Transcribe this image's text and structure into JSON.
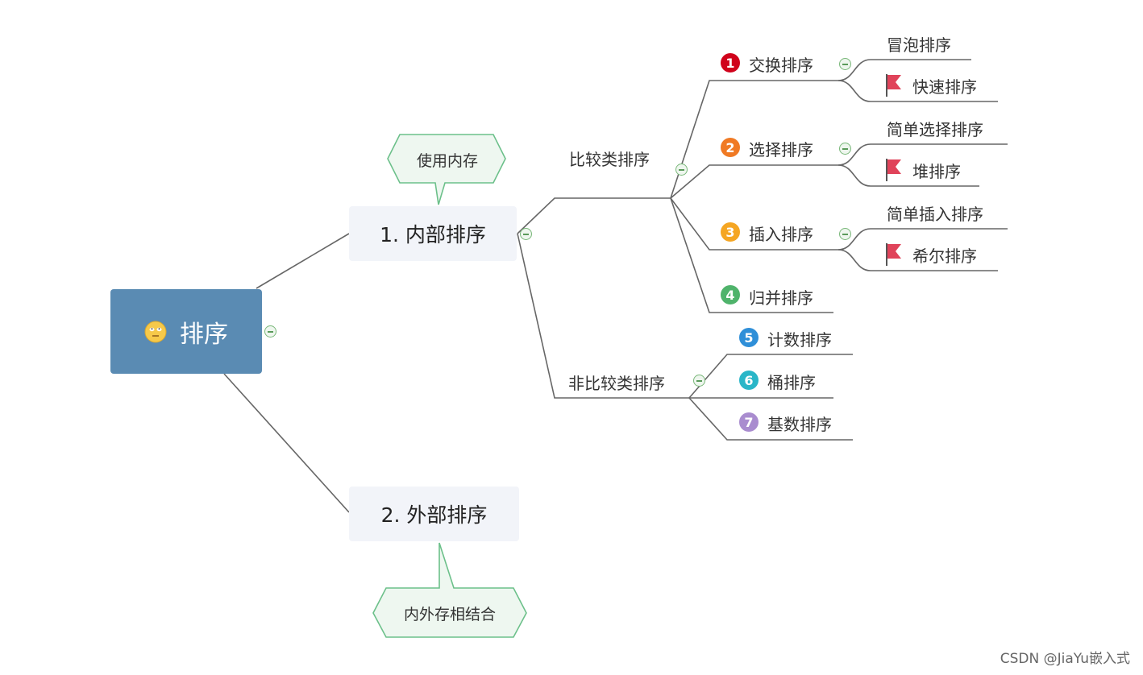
{
  "root": {
    "label": "排序",
    "icon": "face-icon"
  },
  "internal": {
    "label": "1. 内部排序",
    "callout": "使用内存"
  },
  "external": {
    "label": "2. 外部排序",
    "callout": "内外存相结合"
  },
  "compare": {
    "label": "比较类排序"
  },
  "noncompare": {
    "label": "非比较类排序"
  },
  "methods": [
    {
      "num": "1",
      "label": "交换排序",
      "color": "#d0021b"
    },
    {
      "num": "2",
      "label": "选择排序",
      "color": "#f07a24"
    },
    {
      "num": "3",
      "label": "插入排序",
      "color": "#f5a623"
    },
    {
      "num": "4",
      "label": "归并排序",
      "color": "#4fb36b"
    },
    {
      "num": "5",
      "label": "计数排序",
      "color": "#2f8fd8"
    },
    {
      "num": "6",
      "label": "桶排序",
      "color": "#29b6c8"
    },
    {
      "num": "7",
      "label": "基数排序",
      "color": "#a98ccf"
    }
  ],
  "leaves": {
    "bubble": "冒泡排序",
    "quick": "快速排序",
    "simple_select": "简单选择排序",
    "heap": "堆排序",
    "simple_insert": "简单插入排序",
    "shell": "希尔排序"
  },
  "watermark": "CSDN @JiaYu嵌入式",
  "colors": {
    "root_bg": "#5a8bb3",
    "branch_bg": "#f2f4f9",
    "line": "#666666",
    "flag": "#e0435a",
    "callout_border": "#6cc08a",
    "callout_bg": "#eef7f0"
  }
}
